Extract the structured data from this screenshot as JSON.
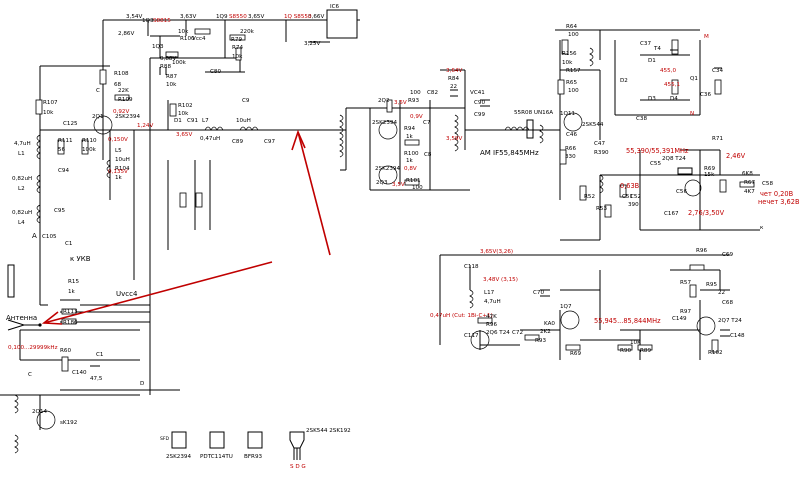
{
  "colors": {
    "wire": "#000000",
    "annotation": "#c00000",
    "background": "#ffffff"
  },
  "top_rail": {
    "v1": "3,54V",
    "v2": "3,63V",
    "v3": "3,65V",
    "v4": "3,66V",
    "q3": "1Q3",
    "q3a": "S8815",
    "q9": "1Q9",
    "q9a": "S8550",
    "q10": "1Q S8550",
    "v_286": "2,86V",
    "r100": "R100",
    "r100v": "10k",
    "vcc4": "Vcc4",
    "r79": "R79",
    "r79v": "220k",
    "r74": "R74",
    "r74v": "10k",
    "v325": "3,25V",
    "ic6": "IC6",
    "q3b": "1Q3",
    "v088": "0,88V",
    "r88": "R88",
    "r88v": "100k",
    "r87": "R87",
    "r87v": "10k",
    "c80": "C80"
  },
  "rf_stage": {
    "r108": "R108",
    "r108v": "68",
    "r109": "R109",
    "r109v": "22K",
    "c": "C",
    "v": "0,92V",
    "q1": "2Q1",
    "q1t": "2SK2394",
    "v_124": "1,24V",
    "v_115": "0,150V",
    "r110": "R110",
    "r110v": "100k",
    "r111": "R111",
    "r111v": "56",
    "c125": "C125",
    "l5": "L5",
    "l5v": "10uH",
    "r104": "R104",
    "r104v": "1k",
    "v_0135": "0,135V",
    "r107": "R107",
    "r107v": "10k",
    "r102": "R102",
    "r102v": "10k",
    "d1": "D1",
    "c91": "C91",
    "v365": "3,65V",
    "l7": "L7",
    "l7v": "0,47uH",
    "c9": "C9",
    "c89": "C89",
    "l_10uh": "10uH",
    "c97": "C97",
    "c94": "C94",
    "c95": "C95",
    "c105": "C105",
    "c1": "C1"
  },
  "coils": {
    "l1": "L1",
    "l1v": "4,7uH",
    "l2": "L2",
    "l2v": "0,82uH",
    "l4": "L4",
    "l4v": "0,82uH",
    "a": "A"
  },
  "switch": {
    "label": "к УКВ",
    "r15": "R15",
    "r15v": "1k",
    "uvcc4": "Uvcc4",
    "r113": "R113",
    "r186": "R186"
  },
  "antenna": {
    "label": "Антенна",
    "range": "0,100...29999kHz"
  },
  "mixer": {
    "r93": "R93",
    "r93v": "100",
    "q2": "2Q2",
    "q2t": "2SK2394",
    "v_35": "3,5V",
    "v_09": "0,9V",
    "r94": "R94",
    "r94v": "1k",
    "r100": "R100",
    "r100v": "1k",
    "r101": "R101",
    "r101v": "100",
    "q3": "2Q3",
    "q3t": "2SK2394",
    "v_35b": "3,5V",
    "v_08": "0,8V",
    "c7": "C7",
    "c8": "C8",
    "c82": "C82",
    "r84": "R84",
    "r84v": "22",
    "v_364": "3,64V",
    "vc41": "VC41",
    "c90": "C90",
    "c99": "C99",
    "v_359": "3,59V",
    "if": "AM IF55,845MHz",
    "filter": "55R08 UN16A"
  },
  "if_amp": {
    "r64": "R64",
    "r64v": "100",
    "r156": "R156",
    "r156v": "10k",
    "r157": "R157",
    "r65": "R65",
    "r65v": "100",
    "q11": "1Q11",
    "q11t": "2SK544",
    "c46": "C46",
    "r66": "R66",
    "r66v": "330",
    "c47": "C47",
    "r390": "R390",
    "r52": "R52",
    "r53": "R53",
    "c51": "C51",
    "c52": "C52",
    "c52v": "390",
    "v063": "0,63В",
    "freq2": "55,390/55,391MHz",
    "c55": "C55",
    "q28": "2Q8 T24",
    "r71": "R71",
    "v246": "2,46V",
    "r69": "R69",
    "r69v": "15k",
    "c56": "C56",
    "c167": "C167",
    "v276": "2,76/3,50V",
    "k6": "6K8",
    "r67": "R67",
    "r67v": "4K7",
    "c58": "C58",
    "to_label": "к",
    "chet": "чет 0,20В",
    "nechet": "нечет 3,62В"
  },
  "demod": {
    "c37": "C37",
    "t4": "T4",
    "d1": "D1",
    "d2": "D2",
    "d3": "D3",
    "d4": "D4",
    "v_a": "455,0",
    "v_b": "455,1",
    "q1": "Q1",
    "c34": "C34",
    "c36": "C36",
    "c38": "C38",
    "m": "M",
    "n": "N"
  },
  "vco": {
    "v_365": "3,65V(3,26)",
    "c118": "C118",
    "v_348": "3,48V (3,15)",
    "l17": "L17",
    "l17v": "4,7uH",
    "c70": "C70",
    "q7": "1Q7",
    "ka0": "KA0",
    "r69": "R69",
    "q4": "2Q4",
    "r96": "R96",
    "r96v": "47K",
    "t24": "2Q6 T24",
    "c117": "C117",
    "c72": "C72",
    "r92": "R92",
    "r92v": "2K2",
    "r93": "R93",
    "l16": "0,47uH (Cut: 1Bi-C+1)",
    "freq": "55,945...85,844MHz",
    "c149": "C149",
    "r90": "R90",
    "r90v": "10K",
    "r89": "R89",
    "q7b": "2Q7 T24",
    "r96b": "R96",
    "r97": "R97",
    "c68": "C68",
    "c69": "C69",
    "r95": "R95",
    "r57": "R57",
    "c140": "C140",
    "r102": "R102",
    "r102v": "100",
    "c148": "C148",
    "r22": "22"
  },
  "power": {
    "r60": "R60",
    "c140": "C140",
    "c1": "C1",
    "v475": "47,5",
    "c": "C",
    "d": "D",
    "q": "2Q14",
    "q_t": "sK192"
  },
  "pinouts": {
    "p1": "2SK2394",
    "p1l": "SFD",
    "p2": "PDTC114TU",
    "p3": "BFR93",
    "p4": "2SK544 2SK192",
    "p4pins": "S D G"
  }
}
